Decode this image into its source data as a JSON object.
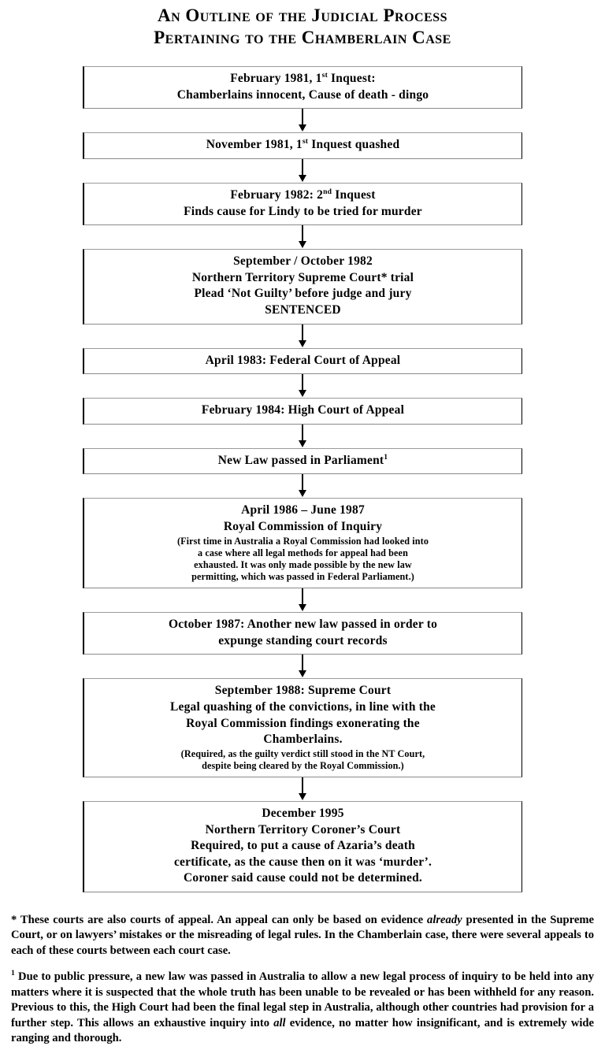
{
  "title": {
    "line1": "An Outline of the Judicial Process",
    "line2": "Pertaining to the Chamberlain Case"
  },
  "flowchart": {
    "type": "flowchart",
    "orientation": "vertical",
    "connector": "down-arrow",
    "nodes": [
      {
        "id": "inquest-1",
        "main_lines": [
          "February 1981, 1ˢᵗ Inquest:",
          "Chamberlains innocent, Cause of death - dingo"
        ],
        "small_lines": []
      },
      {
        "id": "inquest-1-quashed",
        "main_lines": [
          "November 1981, 1ˢᵗ Inquest quashed"
        ],
        "small_lines": []
      },
      {
        "id": "inquest-2",
        "main_lines": [
          "February 1982: 2ⁿᵈ Inquest",
          "Finds cause for Lindy to be tried for murder"
        ],
        "small_lines": []
      },
      {
        "id": "nt-supreme-court-trial",
        "main_lines": [
          "September / October 1982",
          "Northern Territory Supreme Court* trial",
          "Plead ‘Not Guilty’ before judge and jury",
          "SENTENCED"
        ],
        "small_lines": []
      },
      {
        "id": "federal-court-appeal",
        "main_lines": [
          "April 1983: Federal Court of Appeal"
        ],
        "small_lines": []
      },
      {
        "id": "high-court-appeal",
        "main_lines": [
          "February 1984: High Court of Appeal"
        ],
        "small_lines": []
      },
      {
        "id": "new-law-parliament",
        "main_lines": [
          "New Law passed in Parliament¹"
        ],
        "small_lines": []
      },
      {
        "id": "royal-commission",
        "main_lines": [
          "April 1986 – June 1987",
          "Royal Commission of Inquiry"
        ],
        "small_lines": [
          "(First time in Australia a Royal Commission had looked into",
          "a case where all legal methods for appeal had been",
          "exhausted. It was only made possible by the new law",
          "permitting, which was passed in Federal Parliament.)"
        ]
      },
      {
        "id": "expunge-law",
        "main_lines": [
          "October 1987: Another new law passed in order to",
          "expunge standing court records"
        ],
        "small_lines": []
      },
      {
        "id": "supreme-court-quashing",
        "main_lines": [
          "September 1988: Supreme Court",
          "Legal quashing of the convictions, in line with the",
          "Royal Commission findings exonerating the",
          "Chamberlains."
        ],
        "small_lines": [
          "(Required, as the guilty verdict still stood in the NT Court,",
          "despite being cleared by the Royal Commission.)"
        ]
      },
      {
        "id": "coroners-court",
        "main_lines": [
          "December 1995",
          "Northern Territory Coroner’s Court",
          "Required, to put a cause of Azaria’s death",
          "certificate, as the cause then on it was ‘murder’.",
          "Coroner said cause could not be determined."
        ],
        "small_lines": []
      }
    ]
  },
  "footnotes": {
    "asterisk": {
      "marker": "*",
      "part1": " These courts are also courts of appeal. An appeal can only be based on evidence ",
      "italic1": "already",
      "part2": " presented in the Supreme Court, or on lawyers’ mistakes or the misreading of legal rules. In the Chamberlain case, there were several appeals to each of these courts between each court case."
    },
    "numbered": {
      "marker": "1",
      "part1": " Due to public pressure, a new law was passed in Australia to allow a new legal process of inquiry to be held into any matters where it is suspected that the whole truth has been unable to be revealed or has been withheld for any reason. Previous to this, the High Court had been the final legal step in Australia, although other countries had provision for a further step. This allows an exhaustive inquiry into ",
      "italic1": "all",
      "part2": " evidence, no matter how insignificant, and is extremely wide ranging and thorough."
    }
  }
}
